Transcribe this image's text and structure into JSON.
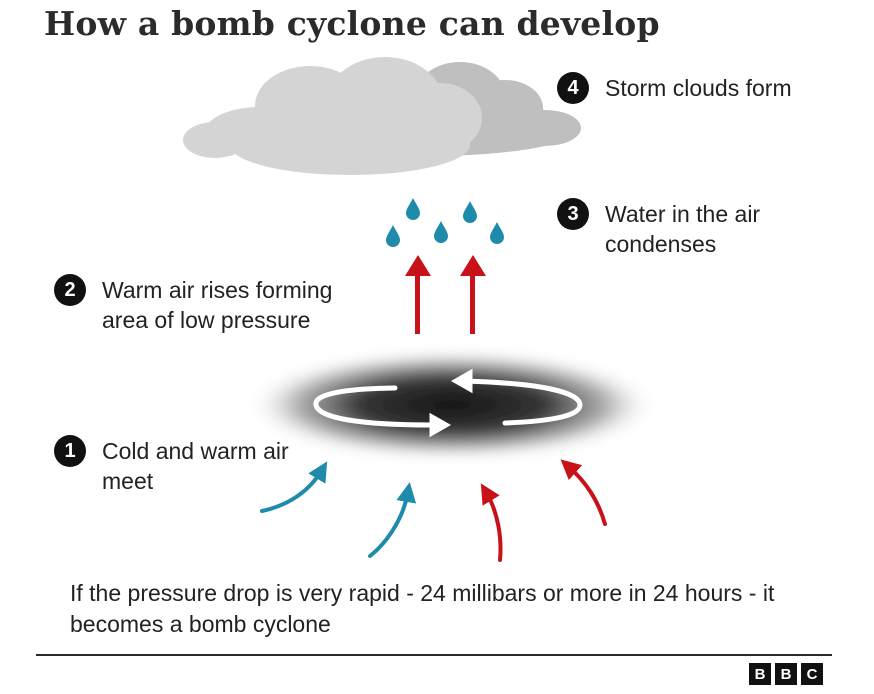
{
  "title": "How a bomb cyclone can develop",
  "steps": [
    {
      "number": "1",
      "label": "Cold and warm air meet"
    },
    {
      "number": "2",
      "label": "Warm air rises forming area of low pressure"
    },
    {
      "number": "3",
      "label": "Water in the air condenses"
    },
    {
      "number": "4",
      "label": "Storm clouds form"
    }
  ],
  "note": "If the pressure drop is very rapid - 24 millibars or more in 24 hours - it becomes a bomb cyclone",
  "logo": {
    "letters": [
      "B",
      "B",
      "C"
    ]
  },
  "colors": {
    "cold_air": "#1f8bab",
    "warm_air": "#c8121a",
    "water_drop": "#1f8bab",
    "cloud": "#d4d4d4",
    "cloud_back": "#bfbfbf",
    "low_pressure": "#1a1a1a"
  }
}
